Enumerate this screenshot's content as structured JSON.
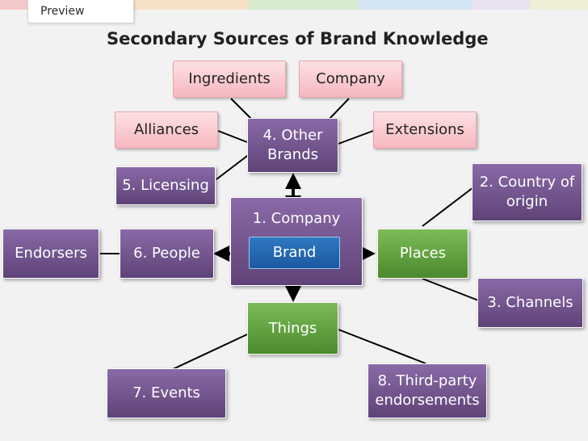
{
  "preview_tab": {
    "label": "Preview"
  },
  "title": "Secondary Sources of Brand Knowledge",
  "top_tab_colors": [
    "#f5c9c9",
    "#f7e1c6",
    "#d7ebd0",
    "#d3e5f2",
    "#e9e1f0",
    "#efefd6"
  ],
  "colors": {
    "pink": "#f6b7bf",
    "purple": "#6e5189",
    "green": "#5a9b3a",
    "blue": "#1f64ad",
    "connector": "#000000"
  },
  "nodes": {
    "ingredients": "Ingredients",
    "company_top": "Company",
    "alliances": "Alliances",
    "other_brands": "4. Other Brands",
    "extensions": "Extensions",
    "licensing": "5. Licensing",
    "country_of_origin": "2. Country of origin",
    "company_center": "1.   Company",
    "brand": "Brand",
    "endorsers": "Endorsers",
    "people": "6. People",
    "places": "Places",
    "channels": "3. Channels",
    "things": "Things",
    "events": "7. Events",
    "third_party": "8. Third-party endorsements"
  }
}
